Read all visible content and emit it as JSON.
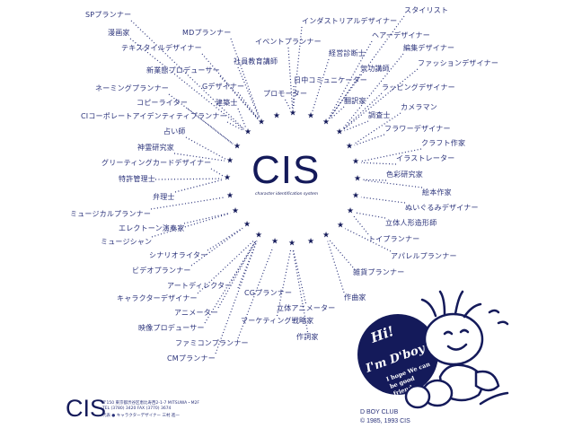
{
  "center_logo": {
    "title": "CIS",
    "subtitle": "character identification system"
  },
  "labels": [
    "SPプランナー",
    "漫画家",
    "テキスタイルデザイナー",
    "新業態プロデューサー",
    "MDプランナー",
    "イベントプランナー",
    "社員教育講師",
    "Gデザイナー",
    "建築士",
    "プロモーター",
    "ネーミングプランナー",
    "コピーライター",
    "CIコーポレートアイデンティティプランナー",
    "占い師",
    "神霊研究家",
    "グリーティングカードデザイナー",
    "特許管理士",
    "弁理士",
    "ミュージカルプランナー",
    "エレクトーン演奏家",
    "ミュージシャン",
    "シナリオライター",
    "ビデオプランナー",
    "アートディレクター",
    "キャラクターデザイナー",
    "アニメーター",
    "映像プロデューサー",
    "ファミコンプランナー",
    "CMプランナー",
    "CGプランナー",
    "立体アニメーター",
    "マーケティング戦略家",
    "作詞家",
    "インダストリアルデザイナー",
    "スタイリスト",
    "ヘアーデザイナー",
    "経営診断士",
    "編集デザイナー",
    "気功講師",
    "ファッションデザイナー",
    "日中コミュニケーター",
    "ラッピングデザイナー",
    "翻訳家",
    "カメラマン",
    "調査士",
    "フラワーデザイナー",
    "クラフト作家",
    "イラストレーター",
    "色彩研究家",
    "絵本作家",
    "ぬいぐるみデザイナー",
    "立体人形造形師",
    "トイプランナー",
    "アパレルプランナー",
    "雑貨プランナー",
    "作曲家"
  ],
  "footer": {
    "logo": "CIS",
    "address_lines": [
      "〒150 東京都渋谷区恵比寿西2-1-7 MITSUWA・M2F",
      "TEL (3780) 3420  FAX (3770) 3674",
      "代表 ● キャラクターデザイナー 三村 進一"
    ]
  },
  "mascot": {
    "greeting": "Hi!",
    "name": "I'm D'boy",
    "message_lines": [
      "I hope We can",
      "be good",
      "friends."
    ]
  },
  "credit": {
    "line1": "D BOY CLUB",
    "line2": "© 1985, 1993 CIS"
  },
  "colors": {
    "ink": "#1c2466",
    "background": "#ffffff"
  },
  "icons": {
    "marker": "star-icon"
  }
}
